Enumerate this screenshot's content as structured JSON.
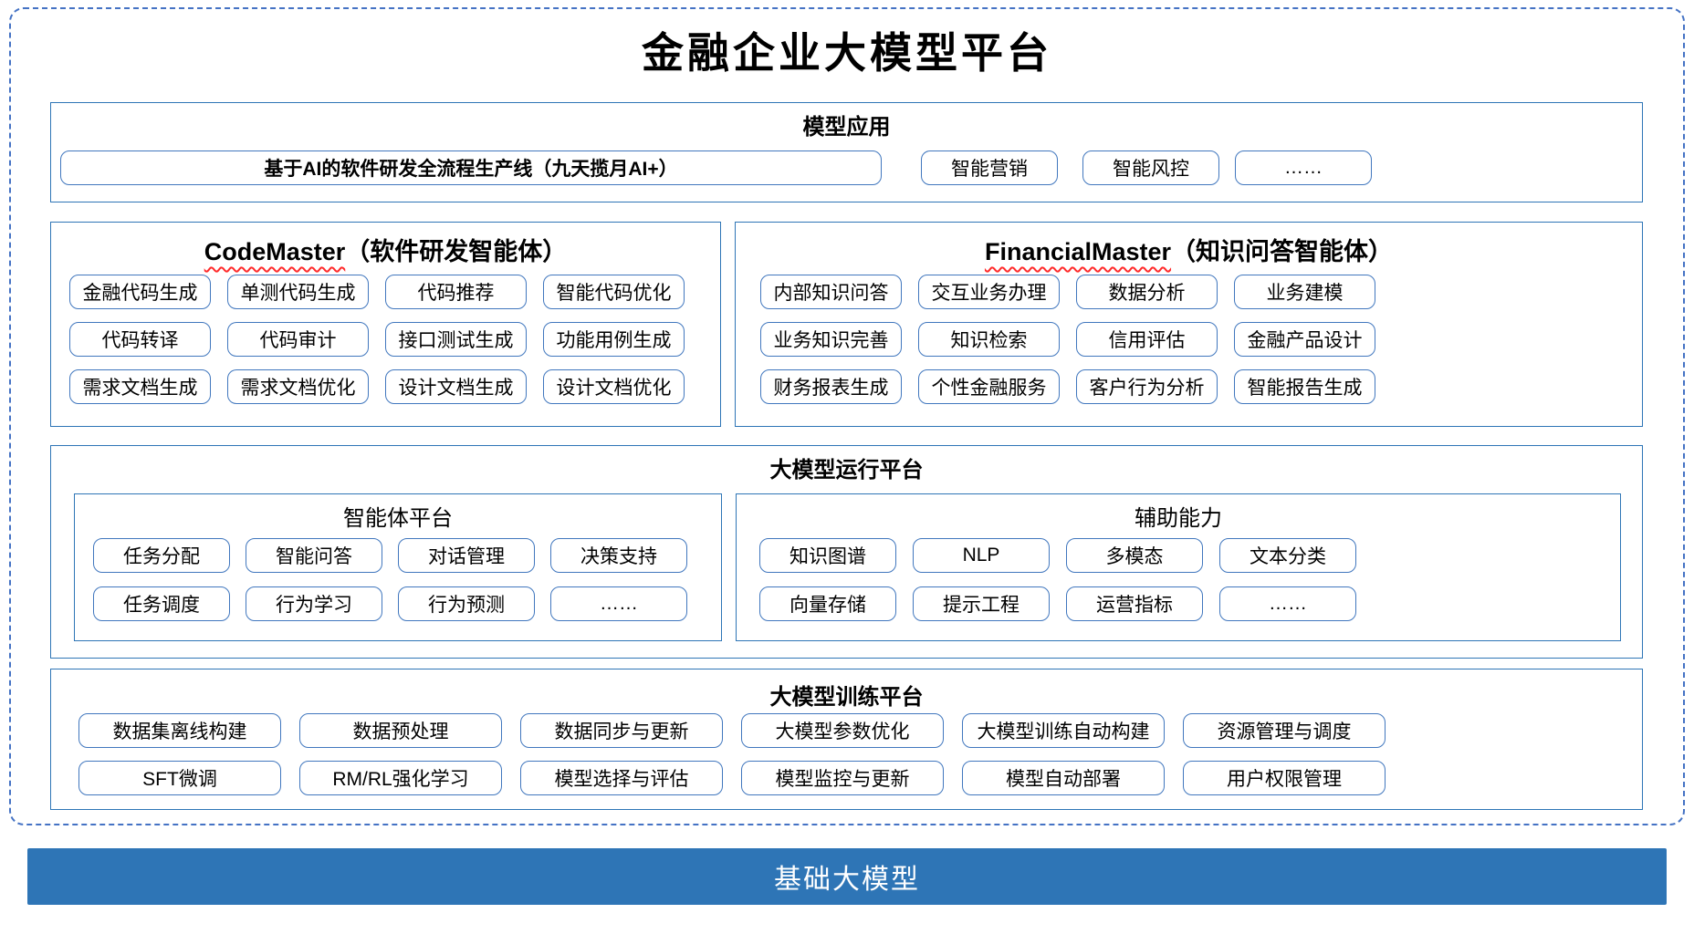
{
  "title": "金融企业大模型平台",
  "colors": {
    "section_border_blue": "#2e75b6",
    "box_border_blue": "#4177be",
    "dashed_frame_blue": "#4472c4",
    "foundation_bar_blue": "#2e75b6",
    "spellcheck_wavy_red": "#ff2a2a",
    "text_black": "#000000",
    "bar_text_white": "#ffffff"
  },
  "model_apps": {
    "header": "模型应用",
    "pipeline": "基于AI的软件研发全流程生产线（九天揽月AI+）",
    "apps": [
      "智能营销",
      "智能风控",
      "……"
    ]
  },
  "code_master": {
    "header_en": "CodeMaster",
    "header_zh": "（软件研发智能体）",
    "items": [
      "金融代码生成",
      "单测代码生成",
      "代码推荐",
      "智能代码优化",
      "代码转译",
      "代码审计",
      "接口测试生成",
      "功能用例生成",
      "需求文档生成",
      "需求文档优化",
      "设计文档生成",
      "设计文档优化"
    ]
  },
  "financial_master": {
    "header_en": "FinancialMaster",
    "header_zh": "（知识问答智能体）",
    "items": [
      "内部知识问答",
      "交互业务办理",
      "数据分析",
      "业务建模",
      "业务知识完善",
      "知识检索",
      "信用评估",
      "金融产品设计",
      "财务报表生成",
      "个性金融服务",
      "客户行为分析",
      "智能报告生成"
    ]
  },
  "runtime_platform": {
    "header": "大模型运行平台",
    "agent_platform": {
      "header": "智能体平台",
      "items": [
        "任务分配",
        "智能问答",
        "对话管理",
        "决策支持",
        "任务调度",
        "行为学习",
        "行为预测",
        "……"
      ]
    },
    "aux_capabilities": {
      "header": "辅助能力",
      "items": [
        "知识图谱",
        "NLP",
        "多模态",
        "文本分类",
        "向量存储",
        "提示工程",
        "运营指标",
        "……"
      ]
    }
  },
  "training_platform": {
    "header": "大模型训练平台",
    "items": [
      "数据集离线构建",
      "数据预处理",
      "数据同步与更新",
      "大模型参数优化",
      "大模型训练自动构建",
      "资源管理与调度",
      "SFT微调",
      "RM/RL强化学习",
      "模型选择与评估",
      "模型监控与更新",
      "模型自动部署",
      "用户权限管理"
    ]
  },
  "foundation": {
    "label": "基础大模型"
  }
}
